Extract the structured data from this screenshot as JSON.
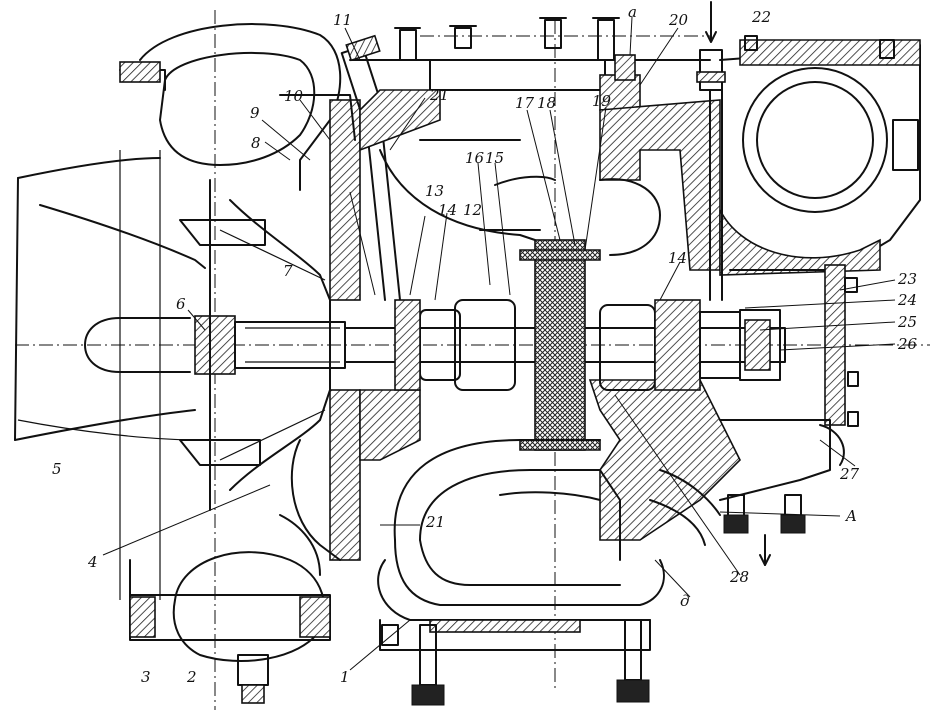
{
  "labels": {
    "l1": "1",
    "l2": "2",
    "l3": "3",
    "l4": "4",
    "l5": "5",
    "l6": "6",
    "l7": "7",
    "l8": "8",
    "l9": "9",
    "l10": "10",
    "l11": "11",
    "l12": "12",
    "l13": "13",
    "l14a": "14",
    "l14b": "14",
    "l15": "15",
    "l16": "16",
    "l17": "17",
    "l18": "18",
    "l19": "19",
    "l20": "20",
    "l21a": "21",
    "l21b": "21",
    "l22": "22",
    "l23": "23",
    "l24": "24",
    "l25": "25",
    "l26": "26",
    "l27": "27",
    "l28": "28",
    "la": "a",
    "lA": "A",
    "ld": "д"
  }
}
